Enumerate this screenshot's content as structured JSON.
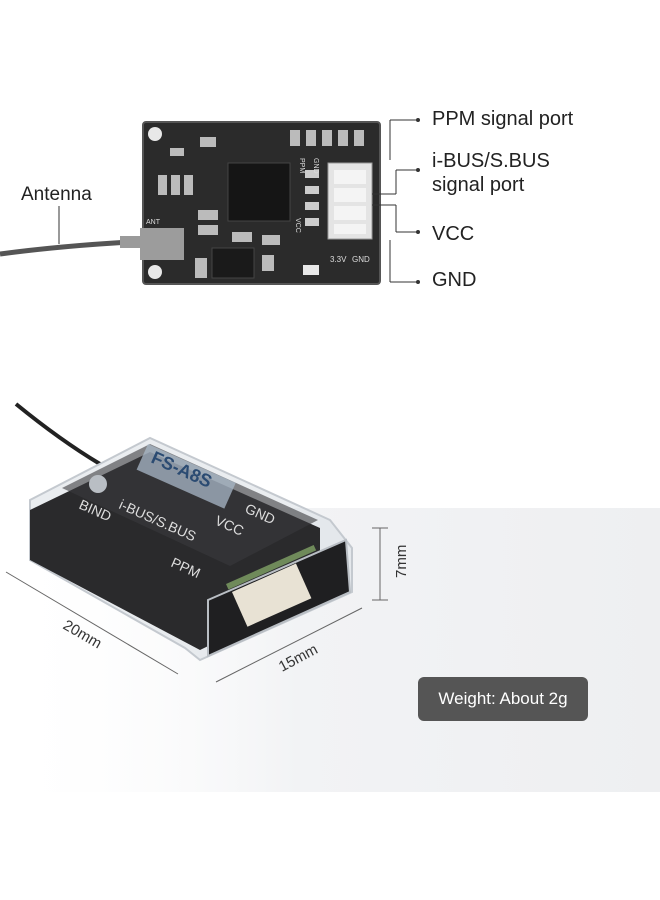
{
  "board": {
    "labels": {
      "antenna": "Antenna",
      "ppm": "PPM signal port",
      "ibus_line1": "i-BUS/S.BUS",
      "ibus_line2": "signal port",
      "vcc": "VCC",
      "gnd": "GND"
    },
    "silkscreen": {
      "ppm": "PPM",
      "gnd": "GND",
      "vcc": "VCC",
      "v33": "3.3V",
      "gnd2": "GND",
      "ant": "ANT"
    }
  },
  "case": {
    "brand": "FS-A8S",
    "pin_labels": {
      "bind": "BIND",
      "ibus": "i-BUS/S.BUS",
      "vcc": "VCC",
      "gnd": "GND",
      "ppm": "PPM"
    }
  },
  "dimensions": {
    "length": "20mm",
    "width": "15mm",
    "height": "7mm"
  },
  "weight": {
    "text": "Weight: About 2g"
  },
  "colors": {
    "pcb": "#2b2b2b",
    "case_body": "#2a2a2c",
    "case_shell": "#d8dde3",
    "badge": "#555555"
  }
}
